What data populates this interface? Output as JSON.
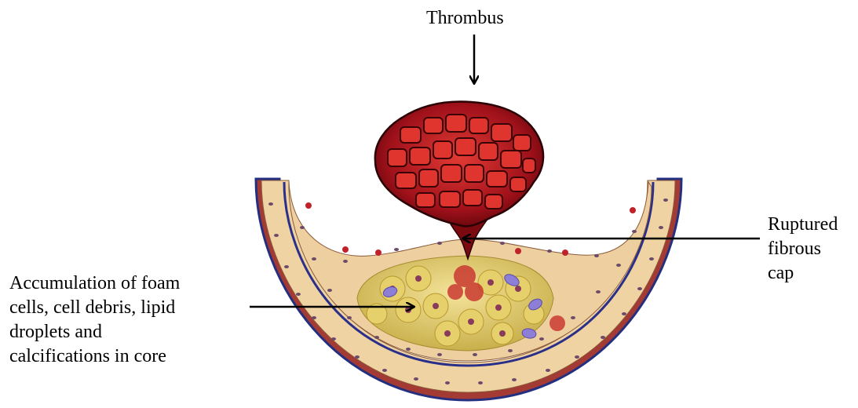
{
  "labels": {
    "thrombus": "Thrombus",
    "rupture": [
      "Ruptured",
      "fibrous",
      "cap"
    ],
    "core": [
      "Accumulation of foam",
      "cells, cell debris, lipid",
      "droplets and",
      "calcifications in core"
    ]
  },
  "colors": {
    "thrombus_fill": "#b0121a",
    "thrombus_cells": "#d8262a",
    "thrombus_dark": "#3a0306",
    "wall_beige": "#f0d3a2",
    "cell_nuclei": "#6b4a6a",
    "intima_blue": "#2a2f8a",
    "foam_yellow": "#e9d67a",
    "rbc_purple": "#8d7fd6",
    "media_red": "#9a2a2a"
  }
}
